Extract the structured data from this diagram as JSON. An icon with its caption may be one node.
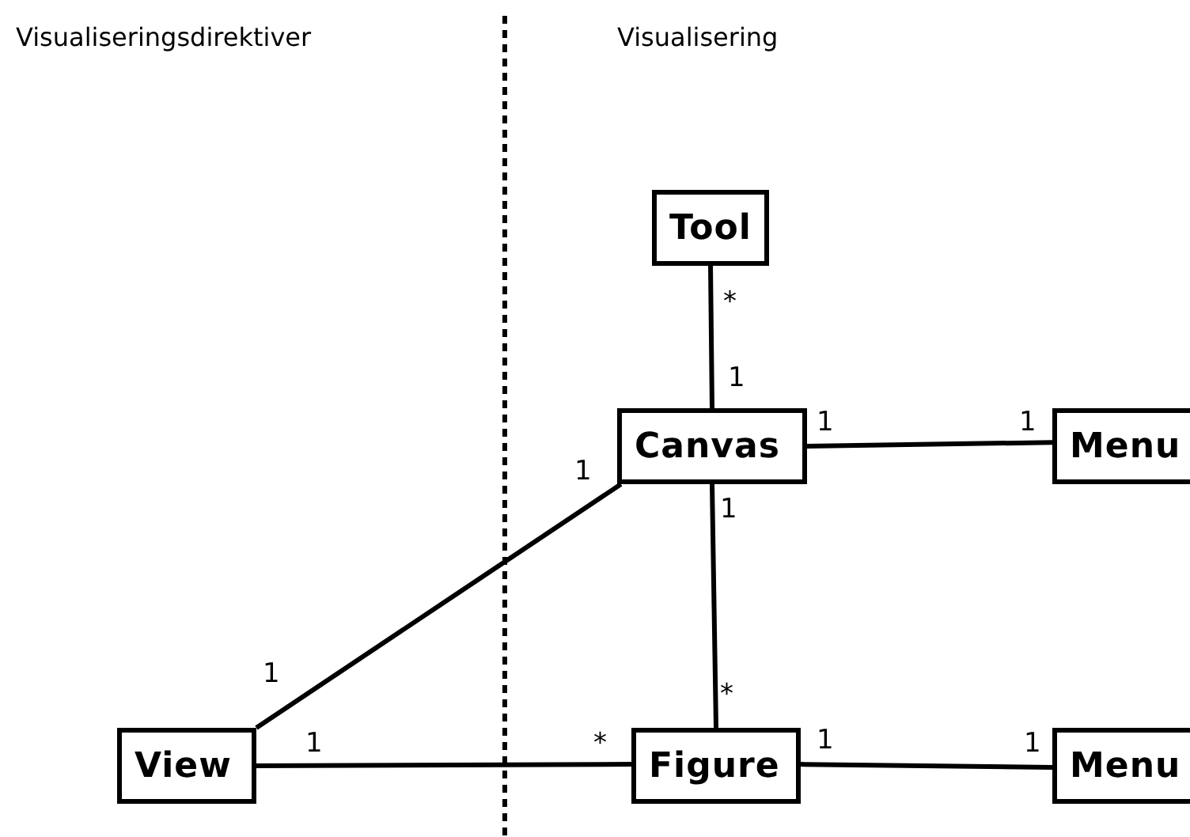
{
  "diagram": {
    "nodes": [
      {
        "text": [
          "Tool"
        ]
      },
      {
        "text": [
          "Canvas"
        ]
      },
      {
        "text": [
          "Menu"
        ]
      },
      {
        "text": [
          "View"
        ]
      },
      {
        "text": [
          "Figure"
        ]
      },
      {
        "text": [
          "Menu"
        ]
      }
    ],
    "edges": [
      {
        "from": 0,
        "to": 1,
        "arrow": "none"
      },
      {
        "from": 1,
        "to": 2,
        "arrow": "none"
      },
      {
        "from": 3,
        "to": 1,
        "arrow": "none"
      },
      {
        "from": 1,
        "to": 4,
        "arrow": "none"
      },
      {
        "from": 3,
        "to": 4,
        "arrow": "none"
      },
      {
        "from": 4,
        "to": 5,
        "arrow": "none"
      }
    ],
    "labels": [
      "Visualiseringsdirektiver",
      "Visualisering",
      "*",
      "1",
      "1",
      "1",
      "1",
      "1",
      "1",
      "*",
      "1",
      "*",
      "1",
      "1"
    ]
  }
}
